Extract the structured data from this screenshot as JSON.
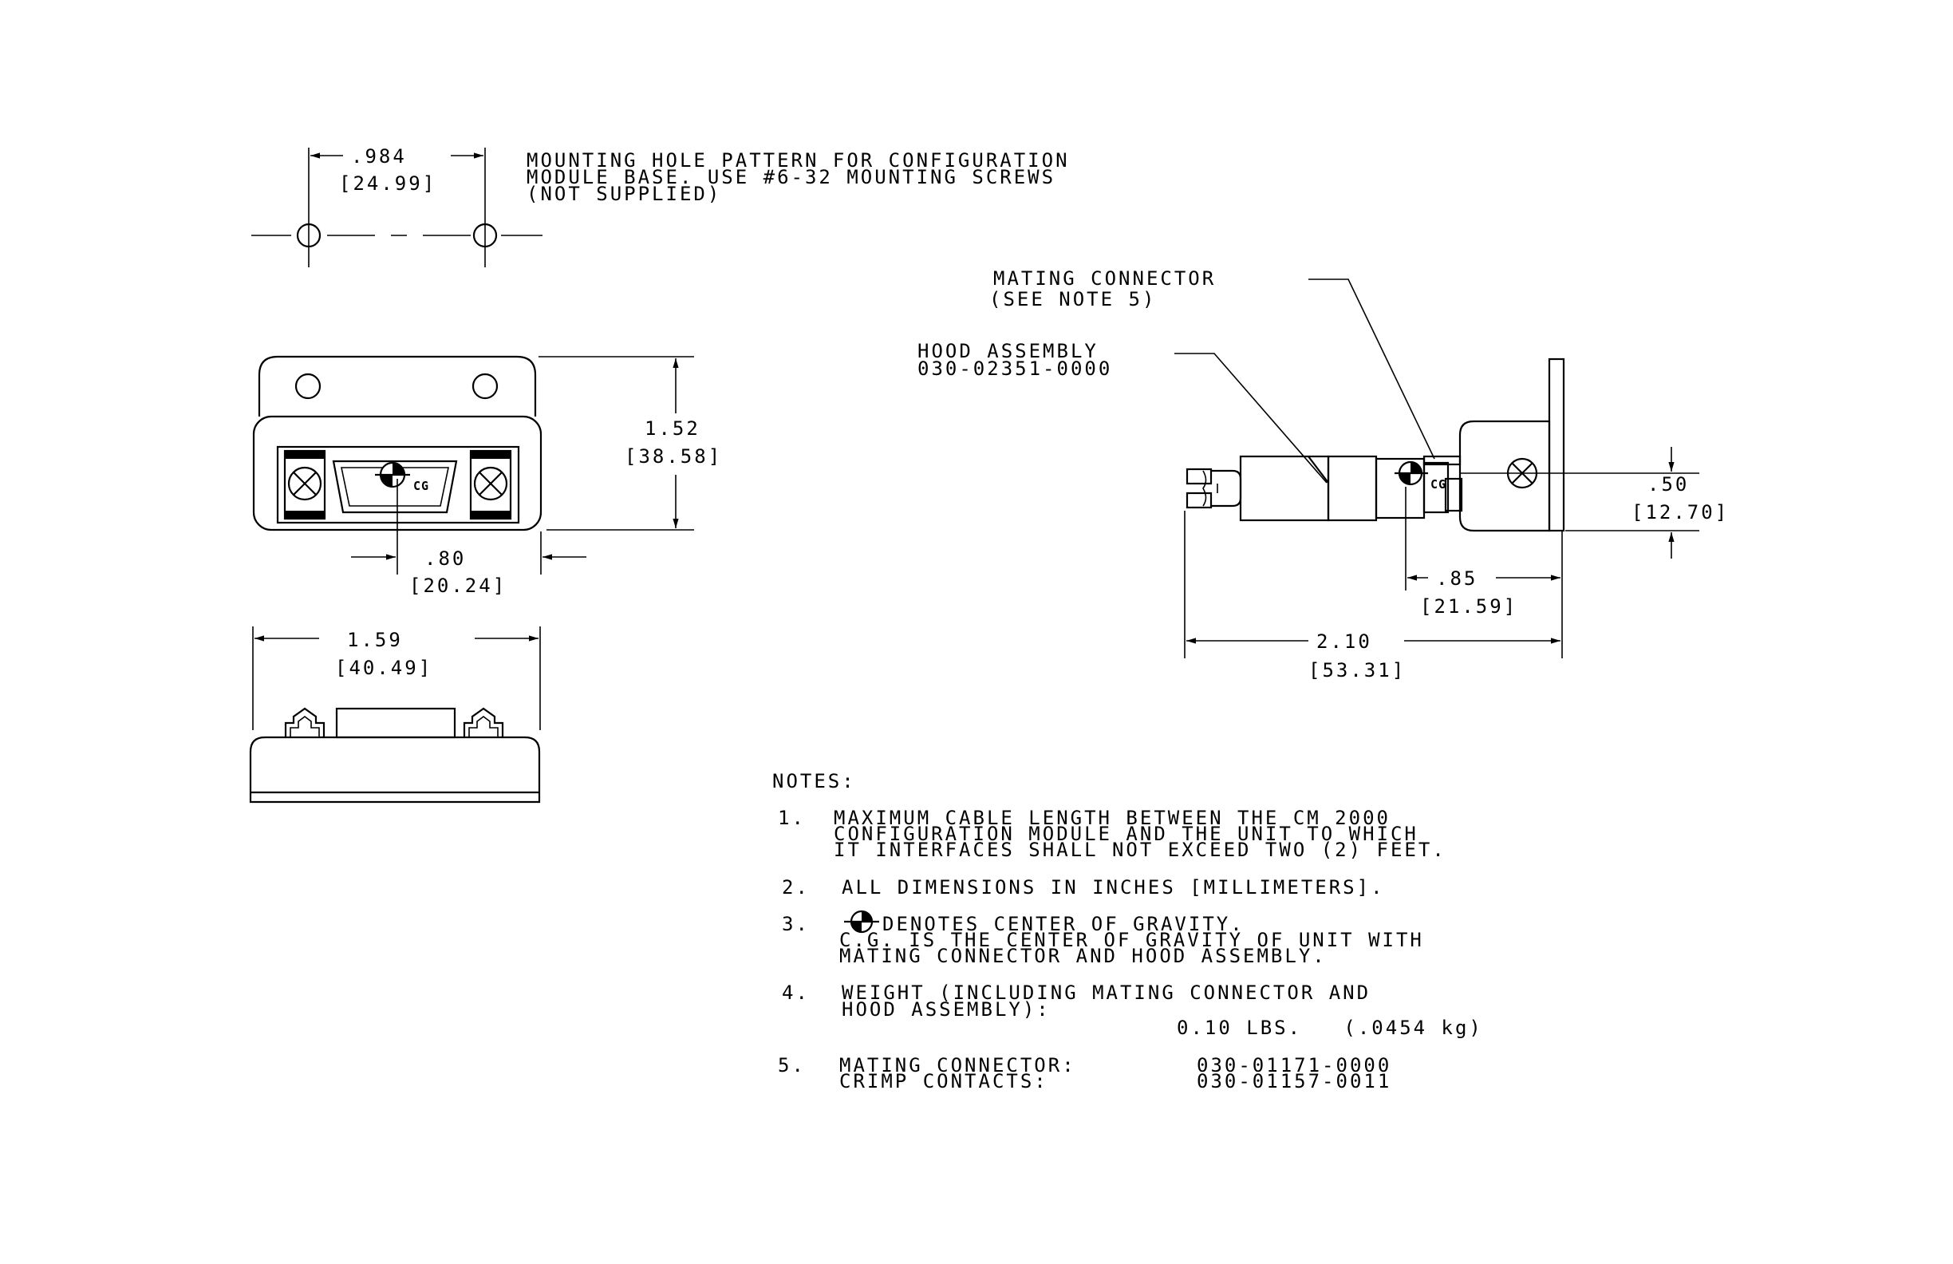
{
  "mounting": {
    "dim": ".984",
    "dim_mm": "[24.99]",
    "note": [
      "MOUNTING HOLE PATTERN FOR CONFIGURATION",
      "MODULE BASE.  USE #6-32 MOUNTING SCREWS",
      "(NOT SUPPLIED)"
    ]
  },
  "front_view": {
    "height": "1.52",
    "height_mm": "[38.58]",
    "cg_offset": ".80",
    "cg_offset_mm": "[20.24]",
    "cg_label": "CG"
  },
  "bottom_view": {
    "width": "1.59",
    "width_mm": "[40.49]"
  },
  "side_view": {
    "mating_connector": [
      "MATING CONNECTOR",
      "(SEE NOTE 5)"
    ],
    "hood_assembly": [
      "HOOD ASSEMBLY",
      "030-02351-0000"
    ],
    "cg_label": "CG",
    "dim_50": ".50",
    "dim_50_mm": "[12.70]",
    "dim_85": ".85",
    "dim_85_mm": "[21.59]",
    "dim_210": "2.10",
    "dim_210_mm": "[53.31]"
  },
  "notes": {
    "title": "NOTES:",
    "n1_num": "1.",
    "n1": [
      "MAXIMUM CABLE LENGTH BETWEEN THE CM 2000",
      "CONFIGURATION MODULE AND THE UNIT TO WHICH",
      "IT INTERFACES SHALL NOT EXCEED TWO (2) FEET."
    ],
    "n2_num": "2.",
    "n2": "ALL DIMENSIONS IN INCHES [MILLIMETERS].",
    "n3_num": "3.",
    "n3": [
      "DENOTES CENTER OF GRAVITY.",
      "C.G. IS THE CENTER OF GRAVITY OF UNIT WITH",
      "MATING CONNECTOR AND HOOD ASSEMBLY."
    ],
    "n4_num": "4.",
    "n4": [
      "WEIGHT (INCLUDING MATING CONNECTOR AND",
      "HOOD ASSEMBLY):"
    ],
    "n4_weight": "0.10 LBS.   (.0454 kg)",
    "n5_num": "5.",
    "n5": [
      "MATING CONNECTOR:",
      "CRIMP CONTACTS:"
    ],
    "n5_parts": [
      "030-01171-0000",
      "030-01157-0011"
    ]
  }
}
